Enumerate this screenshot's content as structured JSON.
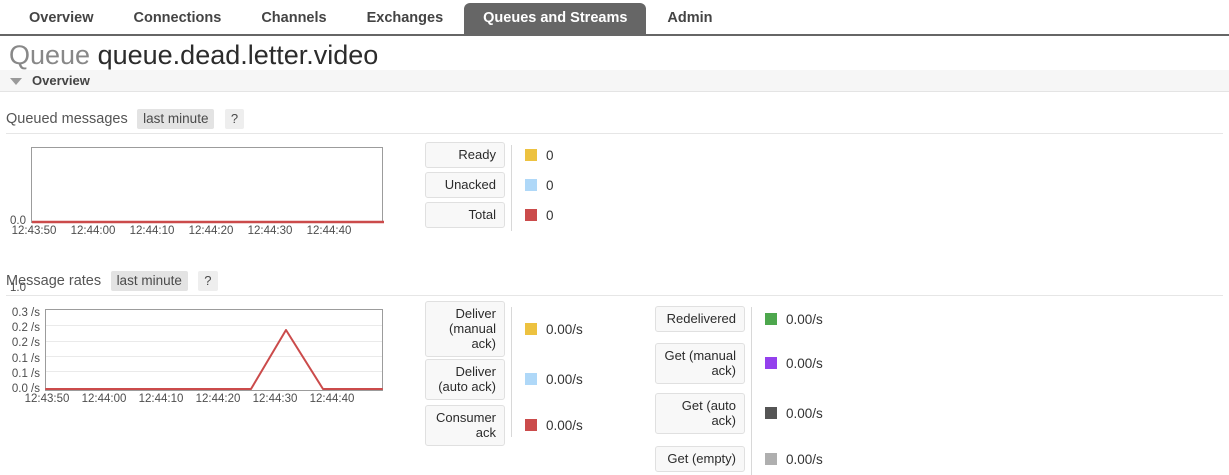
{
  "nav": {
    "items": [
      {
        "label": "Overview",
        "active": false
      },
      {
        "label": "Connections",
        "active": false
      },
      {
        "label": "Channels",
        "active": false
      },
      {
        "label": "Exchanges",
        "active": false
      },
      {
        "label": "Queues and Streams",
        "active": true
      },
      {
        "label": "Admin",
        "active": false
      }
    ]
  },
  "page": {
    "title_prefix": "Queue",
    "queue_name": "queue.dead.letter.video",
    "section_label": "Overview"
  },
  "queued_messages": {
    "heading": "Queued messages",
    "period_label": "last minute",
    "help_label": "?",
    "legend": [
      {
        "key": "Ready",
        "value": "0",
        "color": "#edc240"
      },
      {
        "key": "Unacked",
        "value": "0",
        "color": "#afd8f8"
      },
      {
        "key": "Total",
        "value": "0",
        "color": "#cb4b4b"
      }
    ]
  },
  "message_rates": {
    "heading": "Message rates",
    "period_label": "last minute",
    "help_label": "?",
    "legend_left": [
      {
        "key": "Deliver (manual ack)",
        "value": "0.00/s",
        "color": "#edc240"
      },
      {
        "key": "Deliver (auto ack)",
        "value": "0.00/s",
        "color": "#afd8f8"
      },
      {
        "key": "Consumer ack",
        "value": "0.00/s",
        "color": "#cb4b4b"
      }
    ],
    "legend_right": [
      {
        "key": "Redelivered",
        "value": "0.00/s",
        "color": "#4da74d"
      },
      {
        "key": "Get (manual ack)",
        "value": "0.00/s",
        "color": "#9440ed"
      },
      {
        "key": "Get (auto ack)",
        "value": "0.00/s",
        "color": "#555555"
      },
      {
        "key": "Get (empty)",
        "value": "0.00/s",
        "color": "#afafaf"
      }
    ]
  },
  "chart_data": [
    {
      "type": "line",
      "title": "Queued messages",
      "xlabel": "",
      "ylabel": "",
      "ylim": [
        0,
        1
      ],
      "yticks": [
        "0.0",
        "1.0"
      ],
      "ytick_values": [
        0,
        1
      ],
      "grid": false,
      "xticks": [
        "12:43:50",
        "12:44:00",
        "12:44:10",
        "12:44:20",
        "12:44:30",
        "12:44:40"
      ],
      "x": [
        0,
        10,
        20,
        30,
        40,
        50,
        55
      ],
      "series": [
        {
          "name": "Ready",
          "color": "#edc240",
          "values": [
            0,
            0,
            0,
            0,
            0,
            0,
            0
          ]
        },
        {
          "name": "Unacked",
          "color": "#afd8f8",
          "values": [
            0,
            0,
            0,
            0,
            0,
            0,
            0
          ]
        },
        {
          "name": "Total",
          "color": "#cb4b4b",
          "values": [
            0,
            0,
            0,
            0,
            0,
            0,
            0
          ]
        }
      ],
      "legend_position": "right"
    },
    {
      "type": "line",
      "title": "Message rates",
      "xlabel": "",
      "ylabel": "/s",
      "ylim": [
        0,
        0.25
      ],
      "yticks": [
        "0.0 /s",
        "0.1 /s",
        "0.1 /s",
        "0.2 /s",
        "0.2 /s",
        "0.3 /s"
      ],
      "ytick_values": [
        0.0,
        0.05,
        0.1,
        0.15,
        0.2,
        0.25
      ],
      "grid": true,
      "xticks": [
        "12:43:50",
        "12:44:00",
        "12:44:10",
        "12:44:20",
        "12:44:30",
        "12:44:40"
      ],
      "x": [
        0,
        10,
        20,
        28,
        32,
        37,
        42,
        50,
        55
      ],
      "series": [
        {
          "name": "Consumer ack",
          "color": "#cb4b4b",
          "values": [
            0,
            0,
            0,
            0,
            0.25,
            0,
            0,
            0,
            0
          ]
        }
      ],
      "legend_position": "right"
    }
  ]
}
